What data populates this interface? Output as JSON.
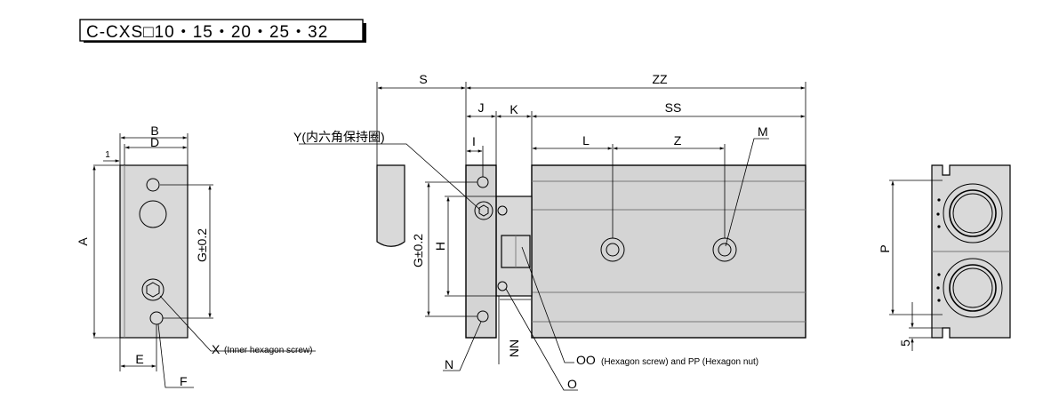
{
  "title": "C-CXS□10・15・20・25・32",
  "labels": {
    "A": "A",
    "B": "B",
    "D": "D",
    "one": "1",
    "E": "E",
    "F": "F",
    "G_left": "G±0.2",
    "G_mid": "G±0.2",
    "H": "H",
    "S": "S",
    "ZZ": "ZZ",
    "J": "J",
    "K": "K",
    "SS": "SS",
    "I": "I",
    "L": "L",
    "Z": "Z",
    "M": "M",
    "N": "N",
    "NN": "NN",
    "O": "O",
    "P": "P",
    "five": "5"
  },
  "callouts": {
    "X": "X",
    "X_desc": "(Inner hexagon screw)",
    "Y": "Y(内六角保持圈)",
    "OO": "OO",
    "OO_desc": "(Hexagon screw) and PP  (Hexagon nut)"
  }
}
